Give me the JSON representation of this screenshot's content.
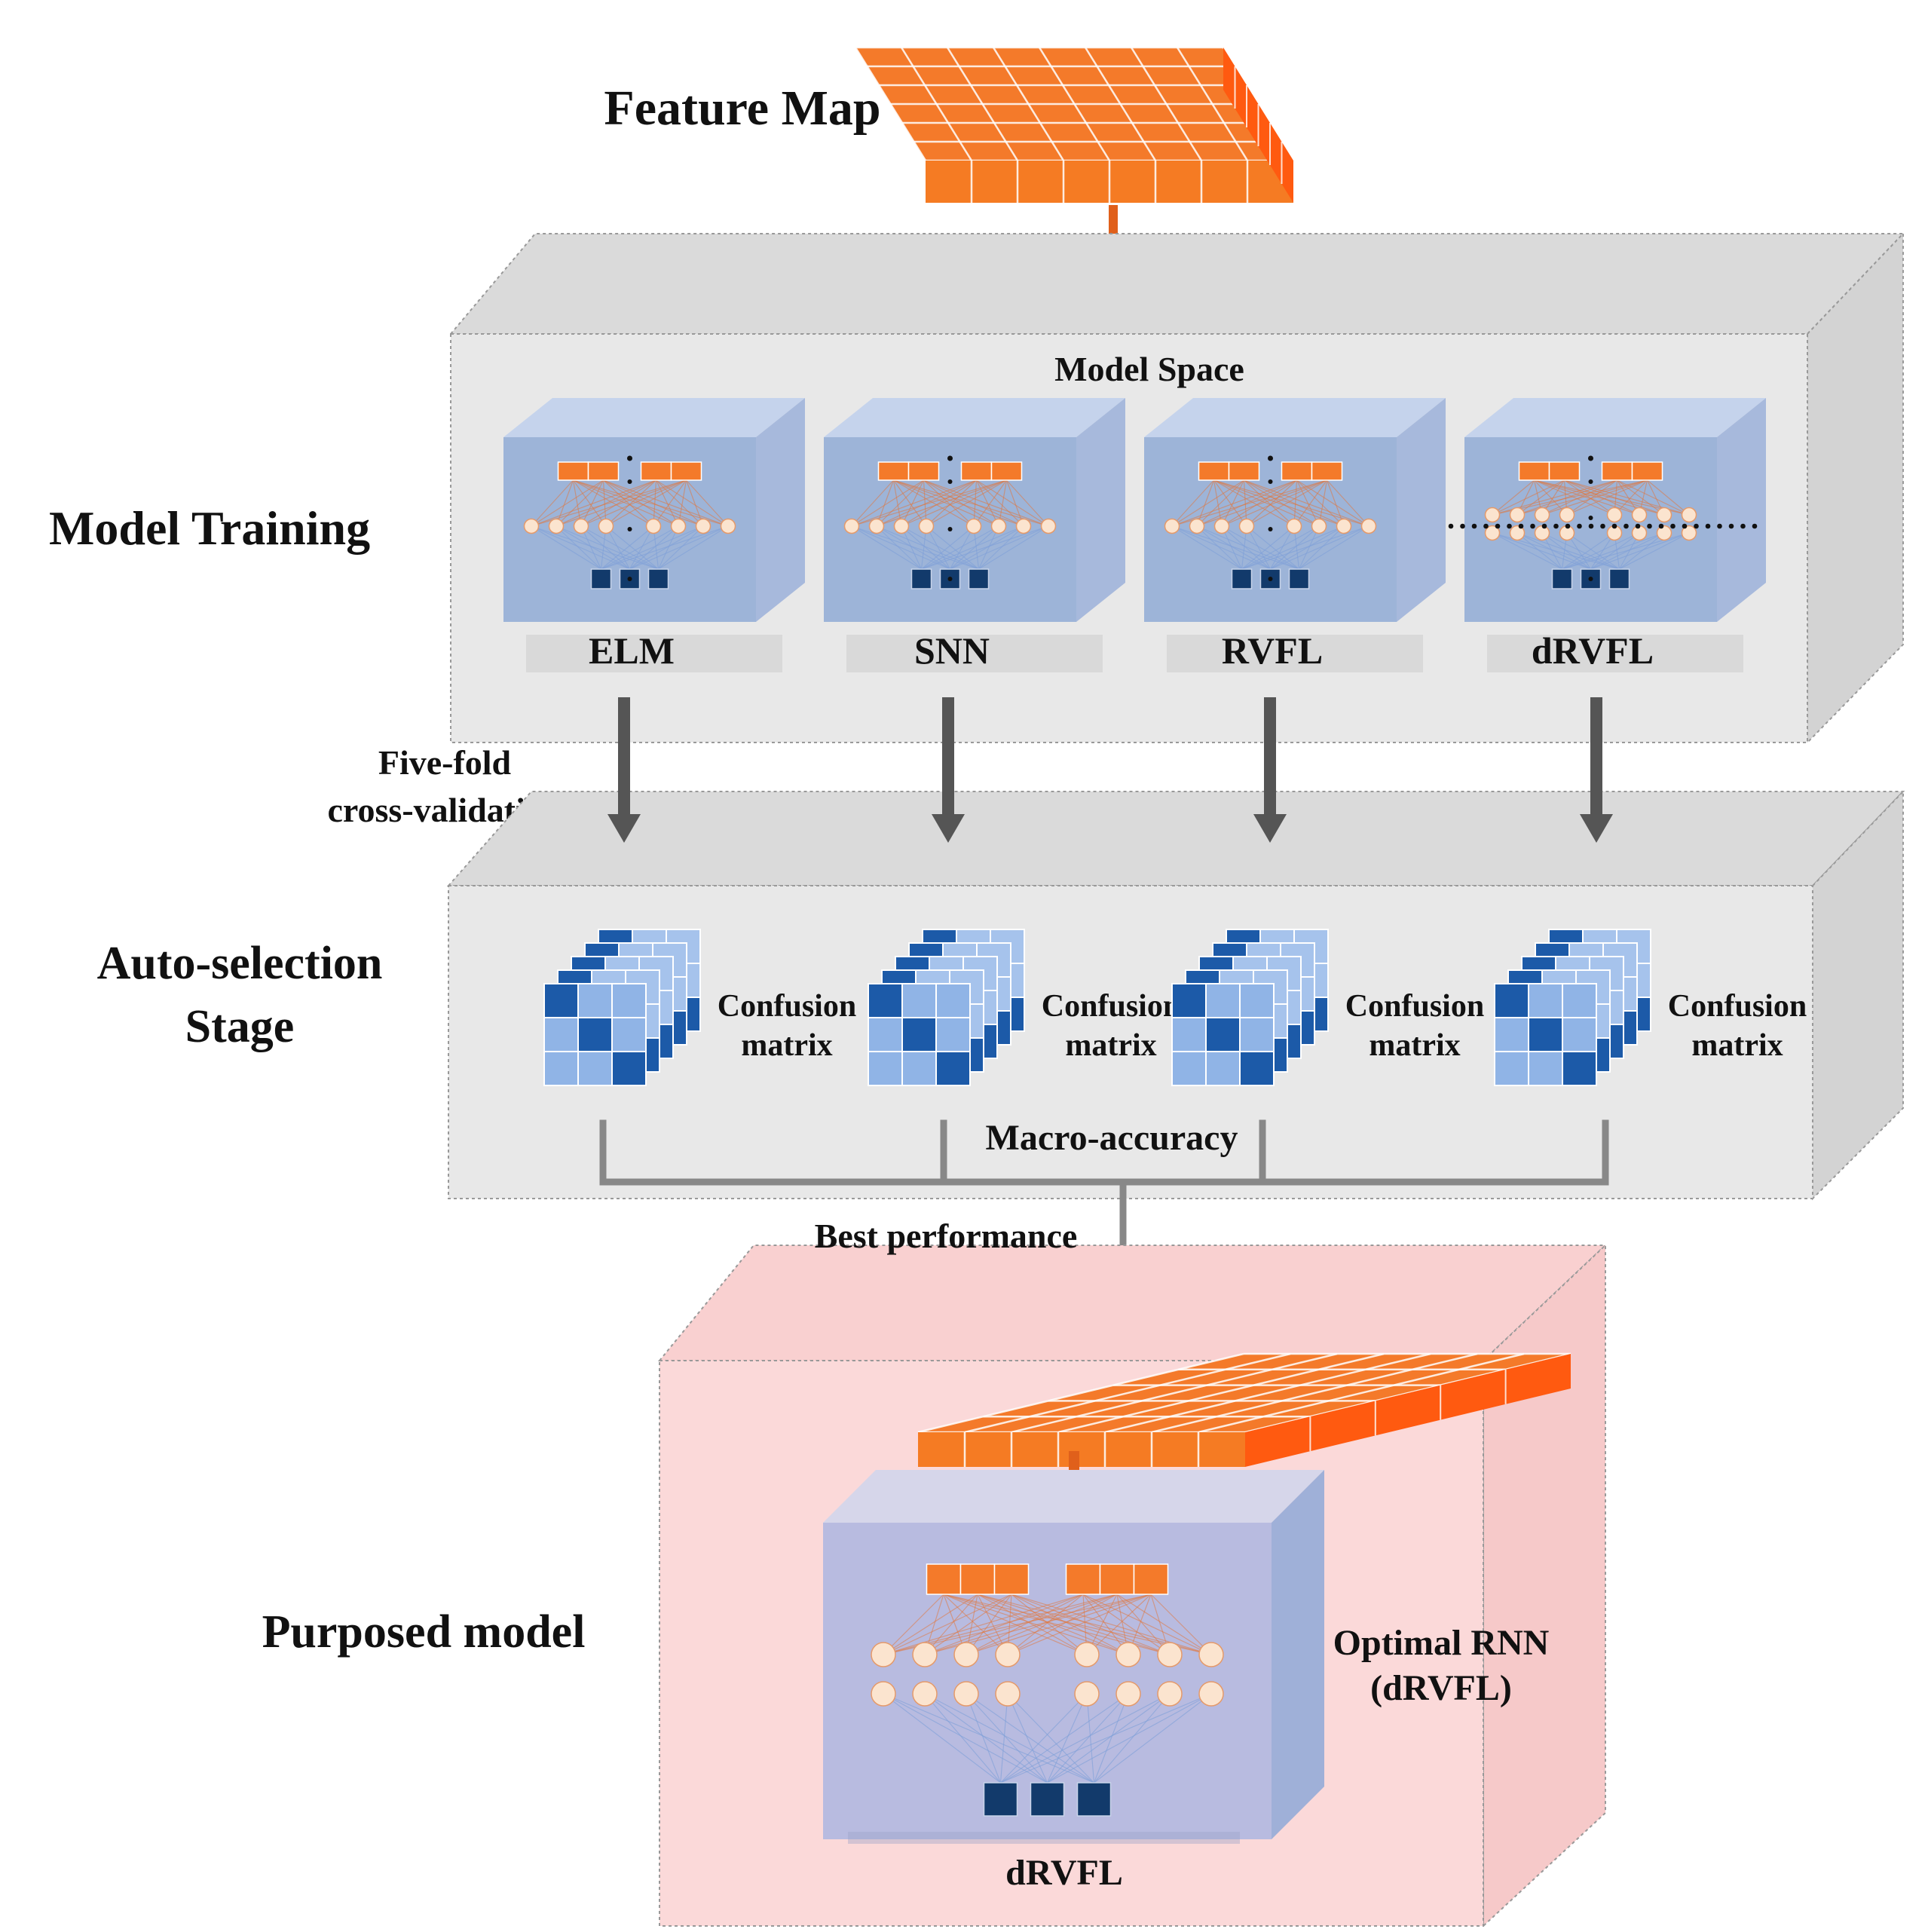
{
  "labels": {
    "feature_map": "Feature Map",
    "model_training": "Model Training",
    "model_space": "Model Space",
    "five_fold_1": "Five-fold",
    "five_fold_2": "cross-validation",
    "auto_selection_1": "Auto-selection",
    "auto_selection_2": "Stage",
    "macro_accuracy": "Macro-accuracy",
    "best_performance": "Best performance",
    "purposed_model": "Purposed model",
    "optimal_1": "Optimal RNN",
    "optimal_2": "(dRVFL)",
    "final_model": "dRVFL"
  },
  "models": [
    {
      "name": "ELM"
    },
    {
      "name": "SNN"
    },
    {
      "name": "RVFL"
    },
    {
      "name": "dRVFL"
    }
  ],
  "confusion": {
    "line1": "Confusion",
    "line2": "matrix"
  },
  "colors": {
    "orange": "#f47a2a",
    "arrow_orange": "#e0601b",
    "model_blue": "#9db4d8",
    "dark_navy": "#123a6b",
    "cm_light": "#90b4e6",
    "cm_dark": "#1c5aa8",
    "panel_gray": "#e8e8e8",
    "panel_pink": "#fbd7d7",
    "node_fill": "#fbe4cf",
    "arrow_gray": "#555555"
  }
}
